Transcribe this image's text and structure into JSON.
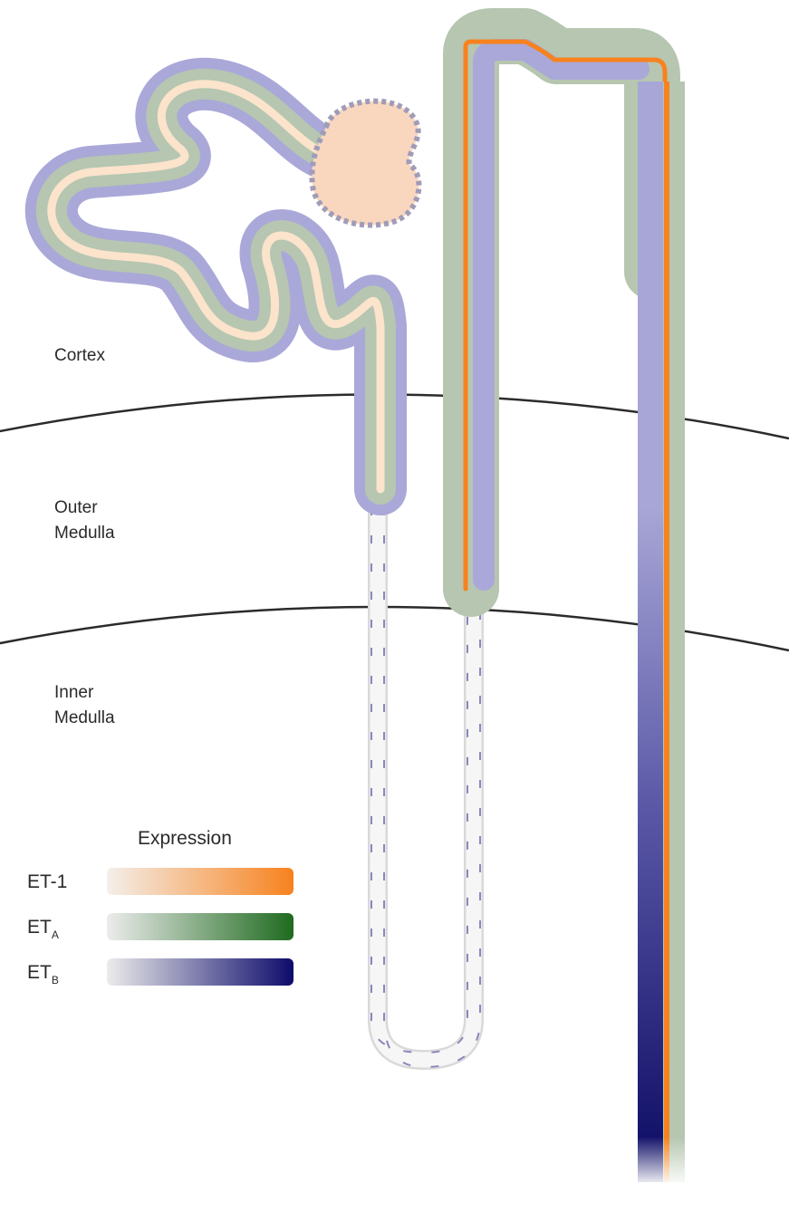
{
  "regions": [
    {
      "lines": [
        "Cortex"
      ]
    },
    {
      "lines": [
        "Outer",
        "Medulla"
      ]
    },
    {
      "lines": [
        "Inner",
        "Medulla"
      ]
    }
  ],
  "legend": {
    "title": "Expression",
    "items": [
      {
        "label": "ET-1",
        "sub": "",
        "from": "#f4efea",
        "to": "#f7821e"
      },
      {
        "label": "ET",
        "sub": "A",
        "from": "#ececec",
        "to": "#1f6a1f"
      },
      {
        "label": "ET",
        "sub": "B",
        "from": "#ececec",
        "to": "#0d0b6b"
      }
    ]
  },
  "colors": {
    "et1_low": "#fbdcc0",
    "et1_high": "#f7821e",
    "eta_low": "#b5c6b0",
    "etb_low": "#a8a6d6",
    "etb_high": "#0b0a63",
    "glomerulus_fill": "#f9d7bf",
    "thin_limb_fill": "#f4f4f4",
    "thin_limb_dash": "#7a7ab0",
    "boundary_line": "#2b2b2b"
  }
}
